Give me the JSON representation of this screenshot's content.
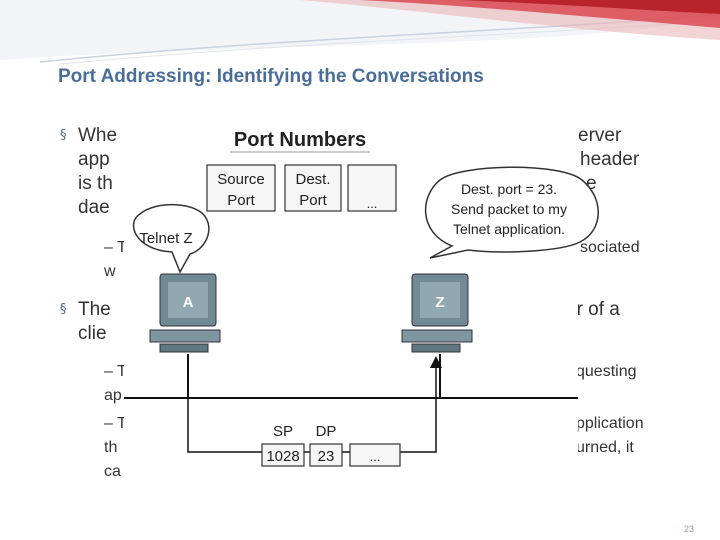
{
  "slide": {
    "title": "Port Addressing: Identifying the Conversations",
    "page_number": "23",
    "accent_color": "#4a6e9a",
    "bullet1_lines": [
      "Whe",
      "app",
      "is th",
      "dae"
    ],
    "bullet1_right": [
      "erver",
      "header",
      "e",
      ""
    ],
    "sub1_lines": [
      "– T",
      "w"
    ],
    "sub1_right": [
      "sociated",
      ""
    ],
    "bullet2_lines": [
      "The",
      "clie"
    ],
    "bullet2_right": [
      "er of a",
      ""
    ],
    "sub2_lines": [
      "– T",
      "ap",
      "– T",
      "th",
      "ca"
    ],
    "sub2_right": [
      "questing",
      "",
      "pplication",
      "urned, it",
      ""
    ]
  },
  "diagram": {
    "title": "Port Numbers",
    "header_cells": [
      "Source Port",
      "Dest. Port",
      "..."
    ],
    "client_bubble": "Telnet Z",
    "server_bubble": "Dest. port = 23. Send packet to my Telnet application.",
    "client_label": "A",
    "server_label": "Z",
    "sp_label": "SP",
    "dp_label": "DP",
    "sp_value": "1028",
    "dp_value": "23",
    "ellipsis": "..."
  }
}
